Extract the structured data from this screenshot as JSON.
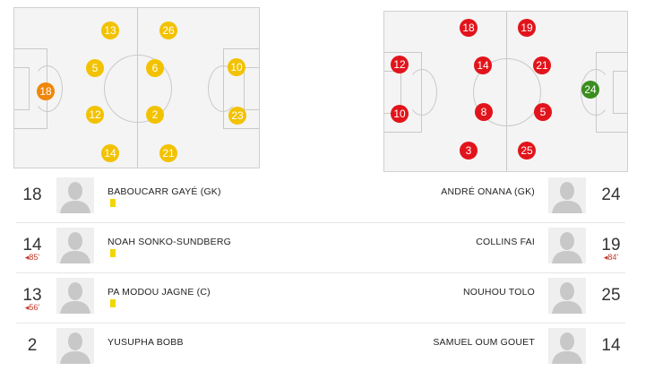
{
  "colors": {
    "home_player": "#f2c200",
    "home_keeper": "#f0860a",
    "away_player": "#e2141b",
    "away_keeper": "#3a8e1e",
    "yellow_card": "#f2d600",
    "sub_arrow": "#c0392b"
  },
  "home_pitch": {
    "players": [
      {
        "num": "13",
        "role": "player"
      },
      {
        "num": "26",
        "role": "player"
      },
      {
        "num": "5",
        "role": "player"
      },
      {
        "num": "6",
        "role": "player"
      },
      {
        "num": "10",
        "role": "player"
      },
      {
        "num": "18",
        "role": "keeper"
      },
      {
        "num": "12",
        "role": "player"
      },
      {
        "num": "2",
        "role": "player"
      },
      {
        "num": "23",
        "role": "player"
      },
      {
        "num": "14",
        "role": "player"
      },
      {
        "num": "21",
        "role": "player"
      }
    ]
  },
  "away_pitch": {
    "players": [
      {
        "num": "18",
        "role": "player"
      },
      {
        "num": "19",
        "role": "player"
      },
      {
        "num": "12",
        "role": "player"
      },
      {
        "num": "14",
        "role": "player"
      },
      {
        "num": "21",
        "role": "player"
      },
      {
        "num": "24",
        "role": "keeper"
      },
      {
        "num": "10",
        "role": "player"
      },
      {
        "num": "8",
        "role": "player"
      },
      {
        "num": "5",
        "role": "player"
      },
      {
        "num": "3",
        "role": "player"
      },
      {
        "num": "25",
        "role": "player"
      }
    ]
  },
  "lineup": [
    {
      "home": {
        "num": "18",
        "name": "BABOUCARR GAYÉ (GK)",
        "yellow_card": true,
        "sub": ""
      },
      "away": {
        "num": "24",
        "name": "ANDRÉ ONANA (GK)",
        "yellow_card": false,
        "sub": ""
      }
    },
    {
      "home": {
        "num": "14",
        "name": "NOAH SONKO-SUNDBERG",
        "yellow_card": true,
        "sub": "◂85'"
      },
      "away": {
        "num": "19",
        "name": "COLLINS FAI",
        "yellow_card": false,
        "sub": "◂84'"
      }
    },
    {
      "home": {
        "num": "13",
        "name": "PA MODOU JAGNE (C)",
        "yellow_card": true,
        "sub": "◂56'"
      },
      "away": {
        "num": "25",
        "name": "NOUHOU TOLO",
        "yellow_card": false,
        "sub": ""
      }
    },
    {
      "home": {
        "num": "2",
        "name": "YUSUPHA BOBB",
        "yellow_card": false,
        "sub": ""
      },
      "away": {
        "num": "14",
        "name": "SAMUEL OUM GOUET",
        "yellow_card": false,
        "sub": ""
      }
    }
  ]
}
